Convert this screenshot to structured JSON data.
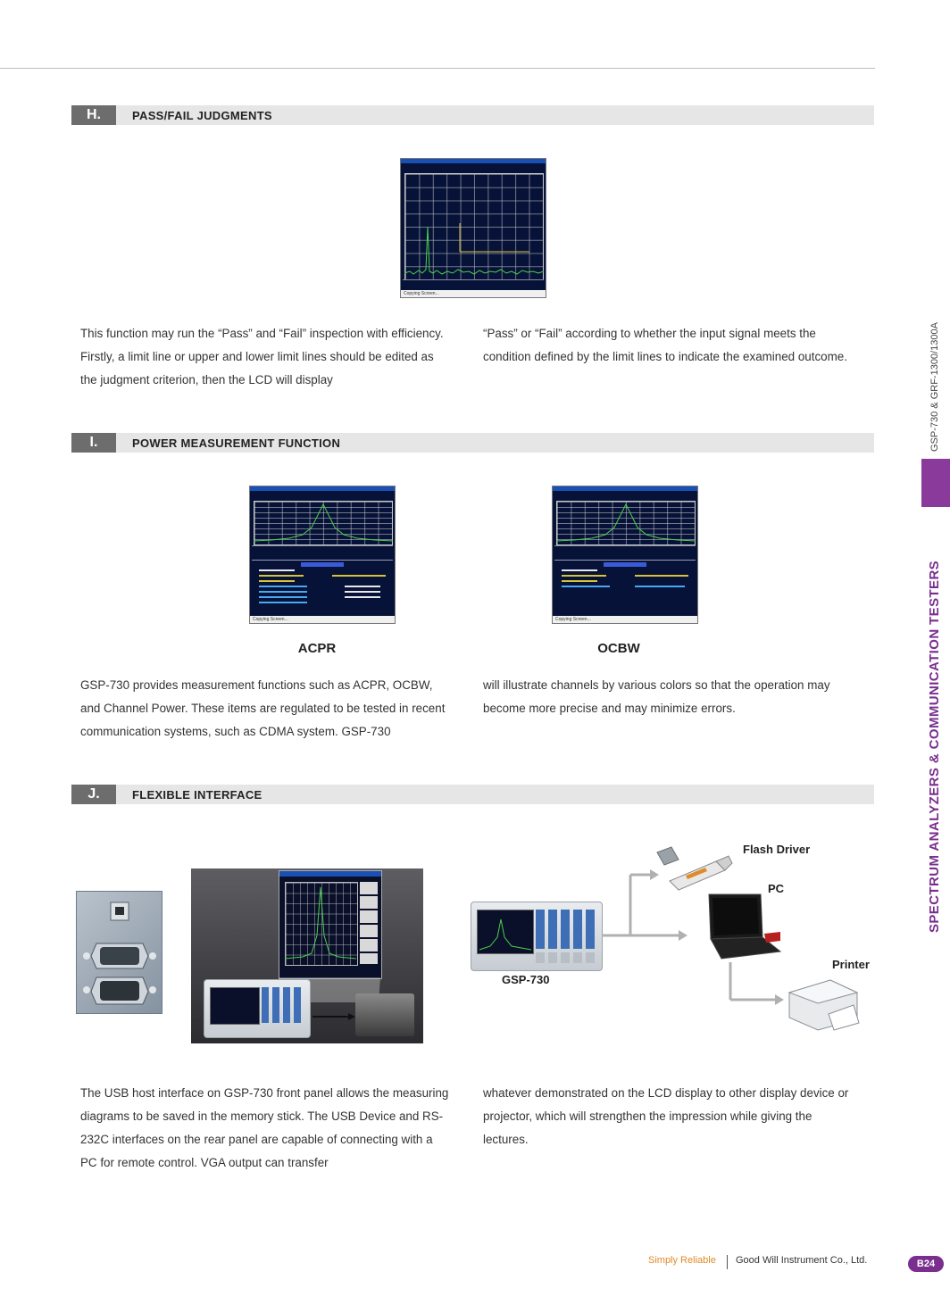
{
  "sections": [
    {
      "letter": "H.",
      "title": "PASS/FAIL JUDGMENTS",
      "screen": {
        "status": "Copying Screen..."
      },
      "text_left": "This function may run the “Pass” and “Fail” inspection with efficiency. Firstly, a limit line or upper and lower limit lines should be edited as the judgment criterion, then the LCD will display",
      "text_right": "“Pass” or “Fail” according to whether the input signal meets the condition defined by the limit lines to indicate the examined outcome."
    },
    {
      "letter": "I.",
      "title": "POWER MEASUREMENT FUNCTION",
      "captions": [
        "ACPR",
        "OCBW"
      ],
      "screens": [
        {
          "status": "Copying Screen..."
        },
        {
          "status": "Copying Screen..."
        }
      ],
      "text_left": "GSP-730 provides measurement functions such as ACPR, OCBW, and Channel Power. These items are regulated to be tested in recent communication systems, such as CDMA system. GSP-730",
      "text_right": "will illustrate channels by various colors so that the operation may become more precise and may minimize errors."
    },
    {
      "letter": "J.",
      "title": "FLEXIBLE INTERFACE",
      "labels": {
        "flash": "Flash Driver",
        "pc": "PC",
        "printer": "Printer",
        "device": "GSP-730"
      },
      "text_left": "The USB host interface on GSP-730 front panel allows the measuring diagrams to be saved in the memory stick. The USB Device and RS-232C interfaces on the rear panel are capable of connecting with a PC for remote control. VGA output can transfer",
      "text_right": "whatever demonstrated on the LCD display to other display device or projector, which will strengthen the impression while giving the lectures."
    }
  ],
  "side": {
    "model": "GSP-730 & GRF-1300/1300A",
    "category": "SPECTRUM ANALYZERS & COMMUNICATION TESTERS"
  },
  "footer": {
    "brand": "Simply Reliable",
    "company": "Good Will Instrument Co., Ltd.",
    "page": "B24"
  },
  "colors": {
    "accent": "#7a2e8e",
    "brand": "#e08a2a",
    "section_bar": "#e6e6e6",
    "section_letter": "#6d6d6d"
  }
}
